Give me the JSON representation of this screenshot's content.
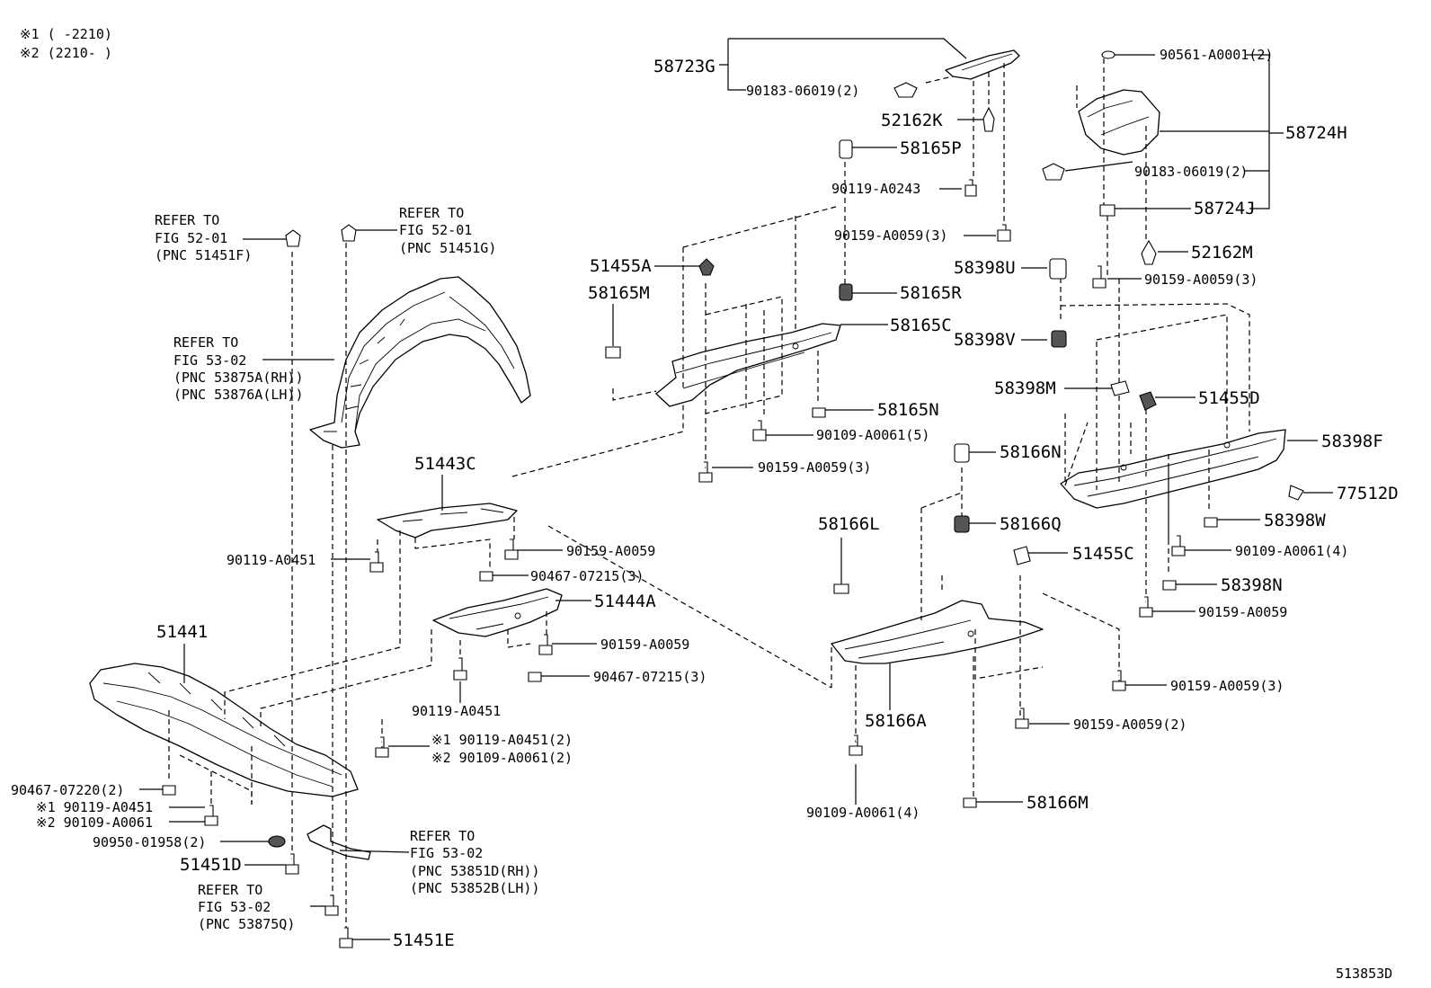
{
  "legend": {
    "note1": "※1 (      -2210)",
    "note2": "※2 (2210-      )"
  },
  "diagram_id": "513853D",
  "refs": {
    "ref_51451F": [
      "REFER TO",
      "FIG 52-01",
      "(PNC 51451F)"
    ],
    "ref_51451G": [
      "REFER TO",
      "FIG 52-01",
      "(PNC 51451G)"
    ],
    "ref_53875A": [
      "REFER TO",
      "FIG 53-02",
      "(PNC 53875A(RH))",
      "(PNC 53876A(LH))"
    ],
    "ref_53851D": [
      "REFER TO",
      "FIG 53-02",
      "(PNC 53851D(RH))",
      "(PNC 53852B(LH))"
    ],
    "ref_53875Q": [
      "REFER TO",
      "FIG 53-02",
      "(PNC 53875Q)"
    ]
  },
  "labels": {
    "p58723G": "58723G",
    "p90183_06019_a": "90183-06019(2)",
    "p52162K": "52162K",
    "p58165P": "58165P",
    "p90119_A0243": "90119-A0243",
    "p90159_A0059_3a": "90159-A0059(3)",
    "p58165R": "58165R",
    "p51455A": "51455A",
    "p58165M": "58165M",
    "p58165C": "58165C",
    "p58165N": "58165N",
    "p90109_A0061_5": "90109-A0061(5)",
    "p90159_A0059_3b": "90159-A0059(3)",
    "p90561_A0001": "90561-A0001(2)",
    "p58724H": "58724H",
    "p90183_06019_b": "90183-06019(2)",
    "p58724J": "58724J",
    "p52162M": "52162M",
    "p90159_A0059_3c": "90159-A0059(3)",
    "p58398U": "58398U",
    "p58398V": "58398V",
    "p58398M": "58398M",
    "p51455D": "51455D",
    "p58398F": "58398F",
    "p77512D": "77512D",
    "p58398W": "58398W",
    "p90109_A0061_4a": "90109-A0061(4)",
    "p58398N": "58398N",
    "p90159_A0059_d": "90159-A0059",
    "p58166N": "58166N",
    "p58166Q": "58166Q",
    "p58166L": "58166L",
    "p51455C": "51455C",
    "p90159_A0059_3d": "90159-A0059(3)",
    "p58166A": "58166A",
    "p90159_A0059_2": "90159-A0059(2)",
    "p90109_A0061_4b": "90109-A0061(4)",
    "p58166M": "58166M",
    "p51443C": "51443C",
    "p90119_A0451_a": "90119-A0451",
    "p90159_A0059_e": "90159-A0059",
    "p90467_07215_a": "90467-07215(3)",
    "p51444A": "51444A",
    "p90159_A0059_f": "90159-A0059",
    "p90467_07215_b": "90467-07215(3)",
    "p90119_A0451_b": "90119-A0451",
    "p51441": "51441",
    "p_m1_90119_A0451_2": "※1 90119-A0451(2)",
    "p_m2_90109_A0061_2": "※2 90109-A0061(2)",
    "p90467_07220": "90467-07220(2)",
    "p_m1_90119_A0451": "※1 90119-A0451",
    "p_m2_90109_A0061": "※2 90109-A0061",
    "p90950_01958": "90950-01958(2)",
    "p51451D": "51451D",
    "p51451E": "51451E"
  }
}
